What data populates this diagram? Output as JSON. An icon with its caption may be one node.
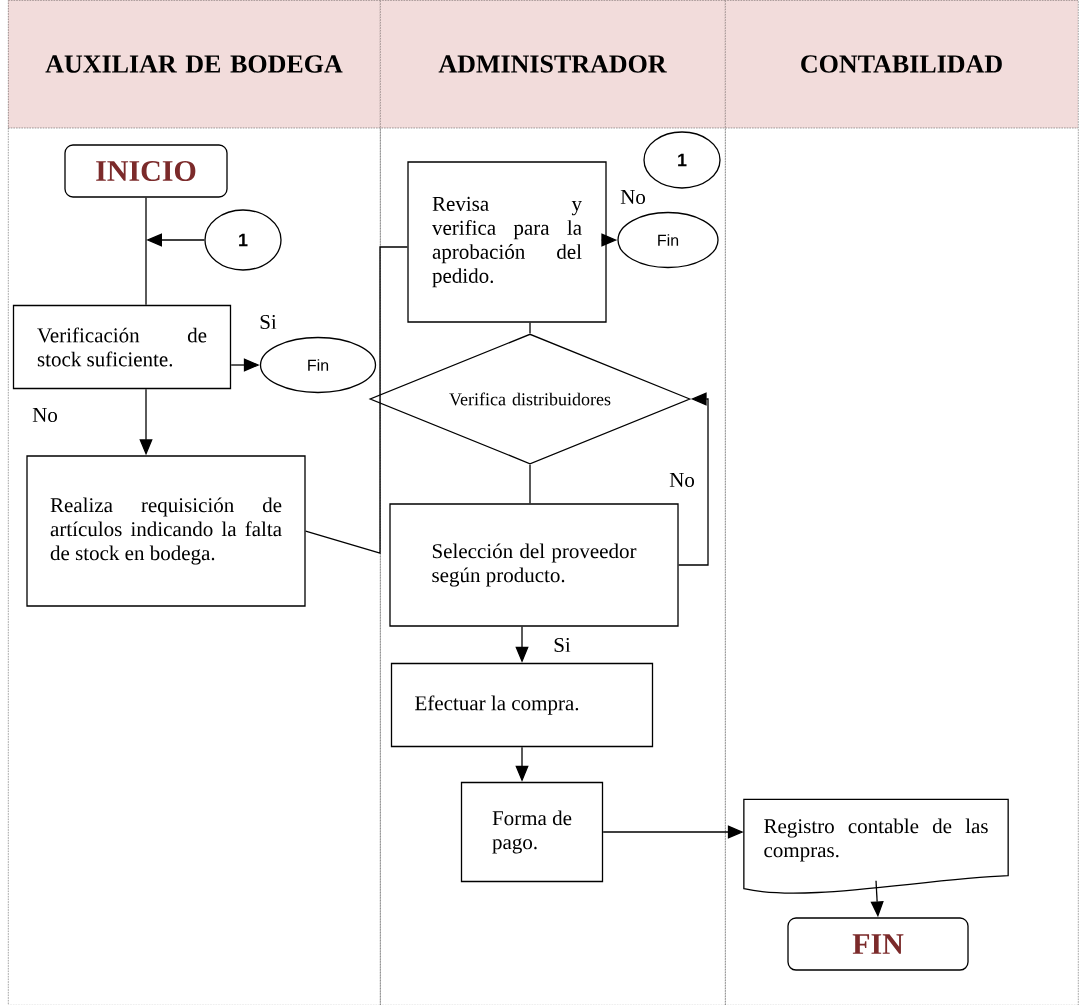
{
  "diagram": {
    "nodes": [
      {
        "text": [
          "AUXILIAR DE BODEGA"
        ]
      },
      {
        "text": [
          "ADMINISTRADOR"
        ]
      },
      {
        "text": [
          "CONTABILIDAD"
        ]
      },
      {
        "text": [
          "INICIO"
        ],
        "in": 0
      },
      {
        "text": [
          "1"
        ],
        "in": 0
      },
      {
        "text": [
          "Verificación de stock suficiente."
        ],
        "in": 0
      },
      {
        "text": [
          "Fin"
        ],
        "in": 0
      },
      {
        "text": [
          "Realiza requisición de artículos indicando la falta de stock en bodega."
        ],
        "in": 0
      },
      {
        "text": [
          "Revisa y verifica para la aprobación del pedido."
        ],
        "in": 1
      },
      {
        "text": [
          "1"
        ],
        "in": 1
      },
      {
        "text": [
          "Fin"
        ],
        "in": 1
      },
      {
        "text": [
          "Verifica distribuidores"
        ],
        "in": 1
      },
      {
        "text": [
          "Selección del proveedor según producto."
        ],
        "in": 1
      },
      {
        "text": [
          "Efectuar la compra."
        ],
        "in": 1
      },
      {
        "text": [
          "Forma de pago."
        ],
        "in": 1
      },
      {
        "text": [
          "Registro contable de las compras."
        ],
        "in": 2
      },
      {
        "text": [
          "FIN"
        ],
        "in": 2
      }
    ],
    "edges": [
      {
        "from": 3,
        "to": 5,
        "arrow": "none"
      },
      {
        "from": 4,
        "to": null,
        "arrow": "to"
      },
      {
        "from": 5,
        "to": 6,
        "arrow": "to",
        "label": "Si"
      },
      {
        "from": 5,
        "to": 7,
        "arrow": "to",
        "label": "No"
      },
      {
        "from": 7,
        "to": 8,
        "arrow": "none"
      },
      {
        "from": 8,
        "to": 10,
        "arrow": "to",
        "label": "No"
      },
      {
        "from": 8,
        "to": 11,
        "arrow": "none"
      },
      {
        "from": 11,
        "to": 12,
        "arrow": "none"
      },
      {
        "from": 12,
        "to": 11,
        "arrow": "to",
        "label": "No"
      },
      {
        "from": 12,
        "to": 13,
        "arrow": "to",
        "label": "Si"
      },
      {
        "from": 13,
        "to": 14,
        "arrow": "to"
      },
      {
        "from": 14,
        "to": 15,
        "arrow": "to"
      },
      {
        "from": 15,
        "to": 16,
        "arrow": "to"
      }
    ]
  }
}
